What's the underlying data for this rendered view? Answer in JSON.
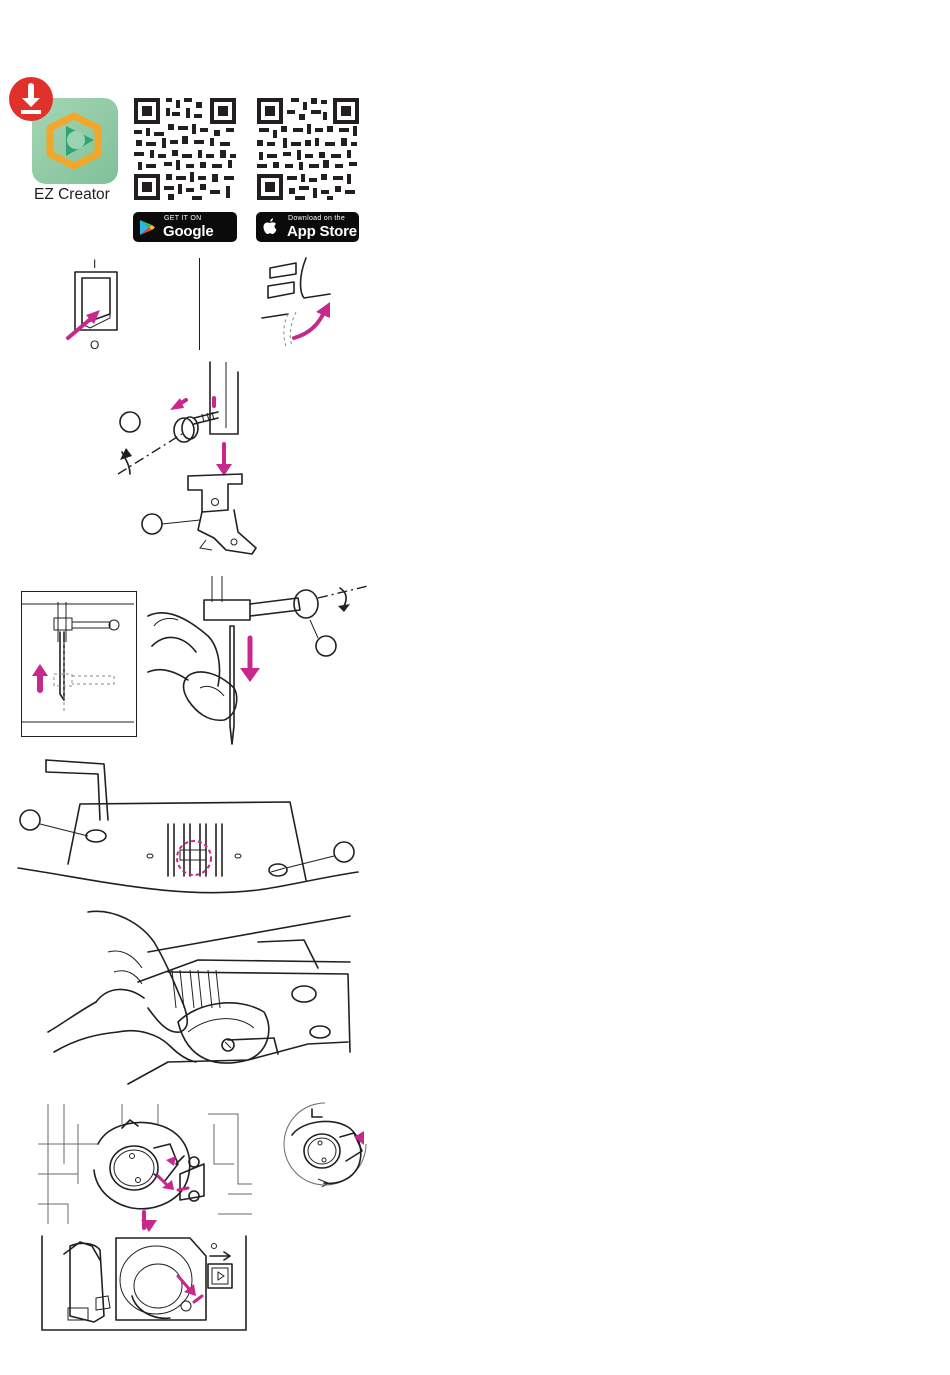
{
  "app": {
    "name": "EZ Creator",
    "colors": {
      "tile": "#8fc7a5",
      "tile_dark": "#39b07f",
      "accent_orange": "#f1a72b",
      "badge": "#e0322b"
    },
    "icons": [
      "download-badge-icon",
      "ez-creator-app-icon"
    ]
  },
  "stores": {
    "google": {
      "small": "GET IT ON",
      "big": "Google Play"
    },
    "apple": {
      "small": "Download on the",
      "big": "App Store"
    }
  },
  "power_switch": {
    "on_mark": "I",
    "off_mark": "O"
  },
  "accent_color": "#c8288c",
  "callouts": [
    "",
    "",
    "",
    "",
    "",
    "",
    ""
  ]
}
